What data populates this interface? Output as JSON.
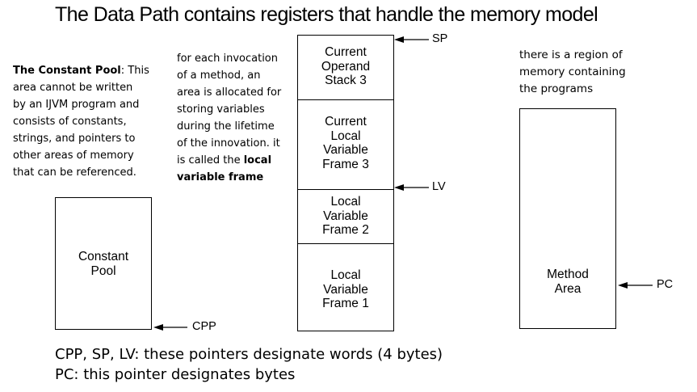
{
  "title": "The Data Path contains registers that handle the memory model",
  "notes": {
    "constant_pool": {
      "bold": "The Constant Pool",
      "lines": [
        ": This",
        "area cannot be written",
        "by an IJVM program and",
        "consists of constants,",
        "strings, and pointers to",
        "other areas of memory",
        "that can be referenced."
      ]
    },
    "frame": {
      "lines": [
        "for each invocation",
        "of a method, an",
        "area is allocated for",
        "storing variables",
        "during the lifetime",
        "of the innovation. it",
        "is called the "
      ],
      "bold_tail": "local",
      "bold_last_line": "variable frame"
    },
    "method_area": {
      "lines": [
        "there is a region of",
        "memory containing",
        "the programs"
      ]
    }
  },
  "memory": {
    "constant_pool_label": "Constant\nPool",
    "method_area_label": "Method\nArea",
    "stack_segments": [
      "Current\nOperand\nStack 3",
      "Current\nLocal\nVariable\nFrame 3",
      "Local\nVariable\nFrame 2",
      "Local\nVariable\nFrame 1"
    ]
  },
  "pointers": {
    "sp": "SP",
    "lv": "LV",
    "cpp": "CPP",
    "pc": "PC"
  },
  "footer": {
    "line1": "CPP, SP, LV: these pointers designate words (4 bytes)",
    "line2": "PC: this pointer designates bytes"
  }
}
